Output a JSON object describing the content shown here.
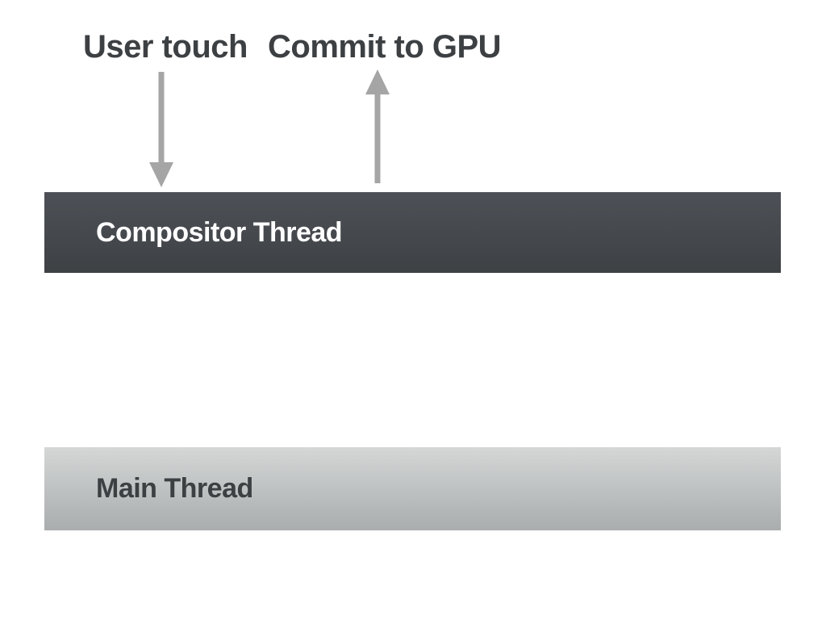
{
  "diagram": {
    "annotations": [
      {
        "label": "User touch",
        "arrow_direction": "down",
        "arrow_target": "Compositor Thread"
      },
      {
        "label": "Commit to GPU",
        "arrow_direction": "up",
        "arrow_source": "Compositor Thread"
      }
    ],
    "bars": [
      {
        "label": "Compositor Thread"
      },
      {
        "label": "Main Thread"
      }
    ]
  },
  "colors": {
    "background": "#ffffff",
    "annotation_text": "#3d4043",
    "arrow": "#a5a5a5",
    "compositor_bar_top": "#4d5157",
    "compositor_bar_bottom": "#3e4144",
    "compositor_text": "#ffffff",
    "main_bar_top": "#d5d7d7",
    "main_bar_bottom": "#a9adad",
    "main_text": "#3d4043"
  }
}
